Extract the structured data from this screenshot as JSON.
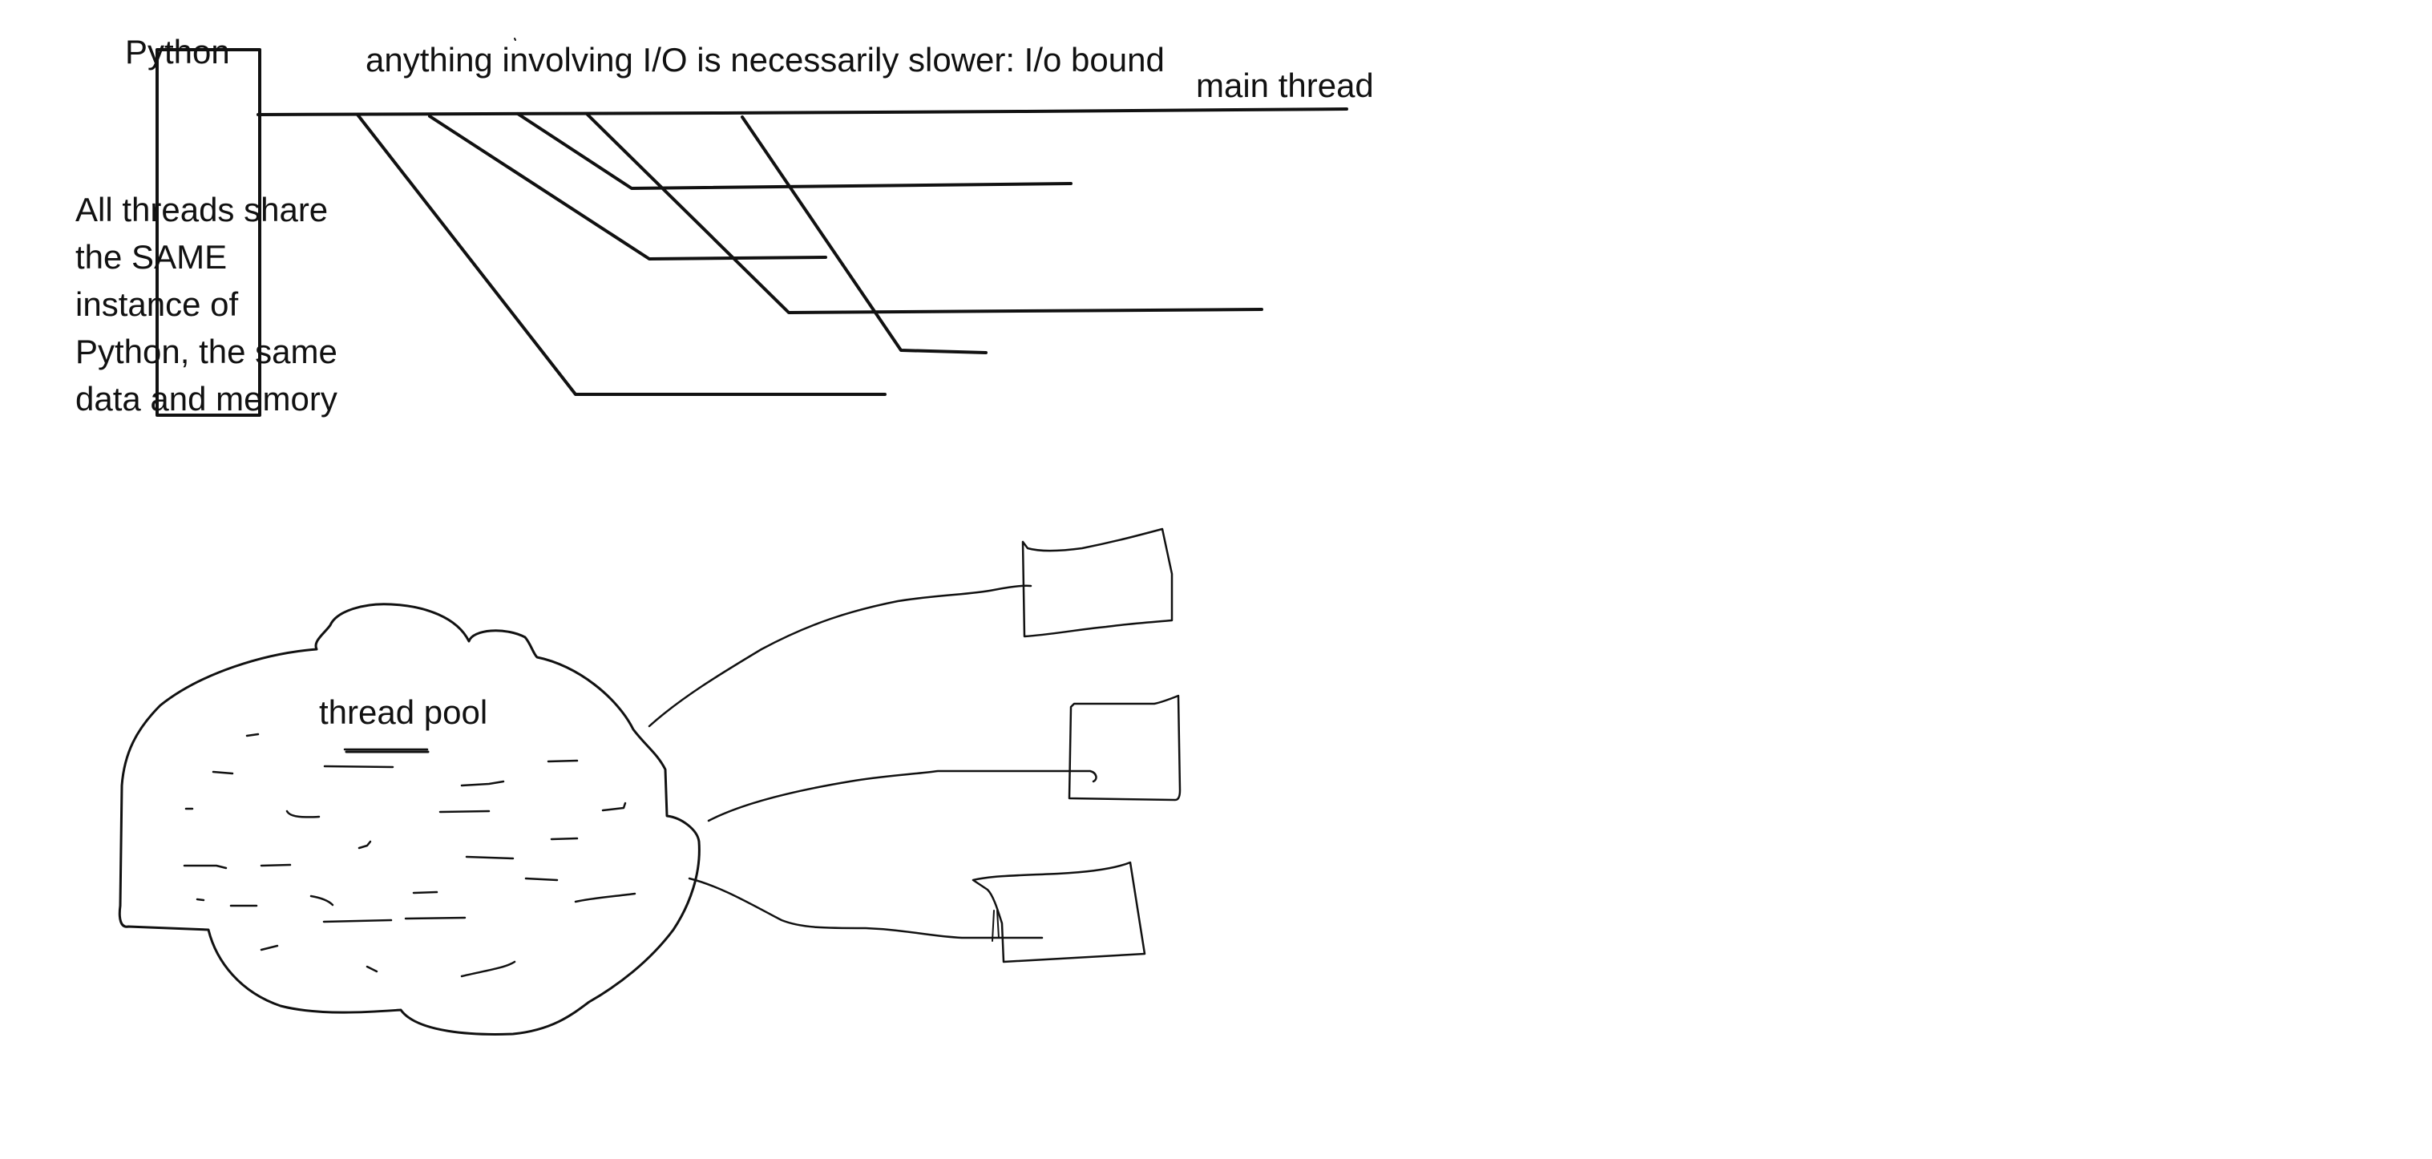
{
  "labels": {
    "python": "Python",
    "io_note": "anything involving I/O is necessarily slower: I/o bound",
    "main_thread": "main thread",
    "thread_pool": "thread pool"
  },
  "shared_note": [
    "All threads share",
    "the SAME",
    "instance of",
    "Python, the same",
    "data and memory"
  ],
  "colors": {
    "ink": "#111111",
    "background": "#ffffff"
  }
}
